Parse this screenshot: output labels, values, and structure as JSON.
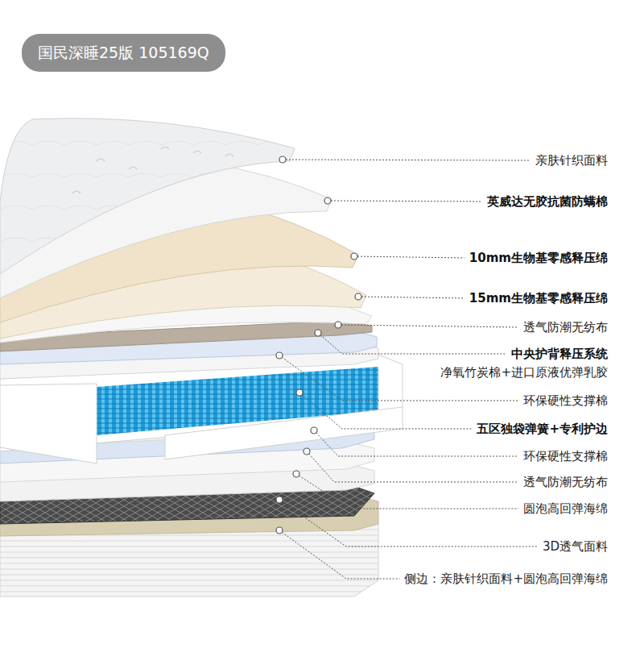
{
  "diagram": {
    "nodes": [
      {
        "text": [
          "国民深睡25版 105169Q"
        ]
      }
    ],
    "labels": [
      "亲肤针织面料",
      "英威达无胶抗菌防螨棉",
      "10mm生物基零感释压绵",
      "15mm生物基零感释压绵",
      "透气防潮无纺布",
      "中央护背释压系统",
      "净氧竹炭棉+进口原液优弹乳胶",
      "环保硬性支撑棉",
      "五区独袋弹簧+专利护边",
      "环保硬性支撑棉",
      "透气防潮无纺布",
      "圆泡高回弹海绵",
      "3D透气面料",
      "侧边：亲肤针织面料+圆泡高回弹海绵"
    ]
  }
}
